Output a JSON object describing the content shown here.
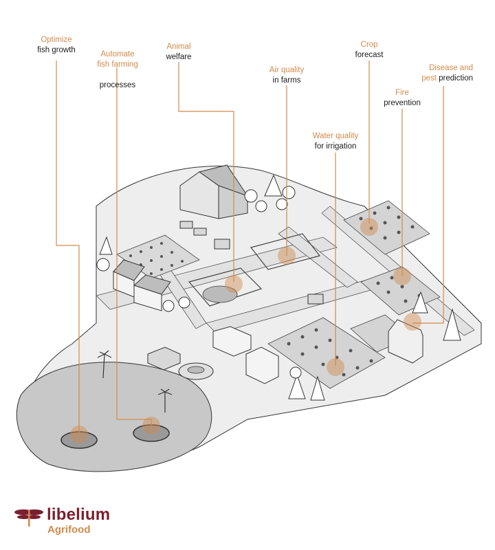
{
  "labels": [
    {
      "id": "fish-growth",
      "highlight": "Optimize",
      "rest": "fish growth"
    },
    {
      "id": "fish-farming",
      "highlight": "Automate\nfish farming",
      "rest": "processes"
    },
    {
      "id": "animal-welfare",
      "highlight": "Animal",
      "rest": "welfare"
    },
    {
      "id": "air-quality",
      "highlight": "Air quality",
      "rest": "in farms"
    },
    {
      "id": "crop-forecast",
      "highlight": "Crop",
      "rest": "forecast"
    },
    {
      "id": "disease-pest",
      "highlight": "Disease and\npest",
      "rest": "prediction"
    },
    {
      "id": "fire-prevention",
      "highlight": "Fire",
      "rest": "prevention"
    },
    {
      "id": "water-quality",
      "highlight": "Water quality",
      "rest": "for irrigation"
    }
  ],
  "brand": {
    "name": "libelium",
    "product": "Agrifood"
  },
  "colors": {
    "accent": "#d08a4b",
    "brand": "#7a1f2e",
    "ground": "#dcdcdc",
    "water": "#c4c4c4",
    "outline": "#333333"
  }
}
